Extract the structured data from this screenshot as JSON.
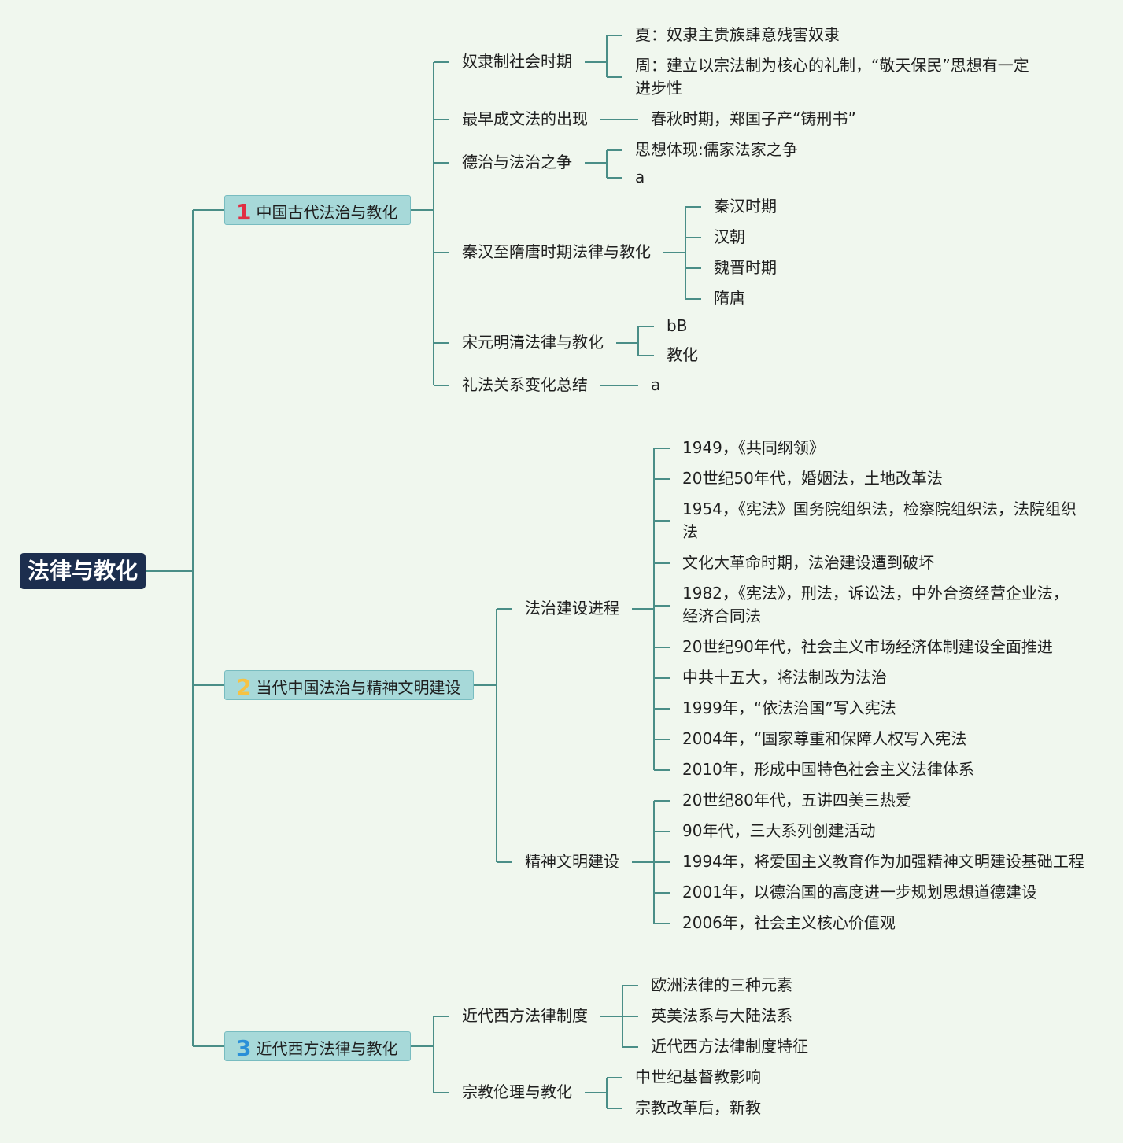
{
  "root": "法律与教化",
  "colors": {
    "background": "#f0f7ee",
    "line": "#4a8e87",
    "root_bg": "#1c2e4e",
    "section_bg": "#a7d9d9",
    "num1": "#e02d42",
    "num2": "#f6c244",
    "num3": "#2a8fd8"
  },
  "sections": [
    {
      "num": "1",
      "title": "中国古代法治与教化",
      "topics": [
        {
          "label": "奴隶制社会时期",
          "items": [
            "夏：奴隶主贵族肆意残害奴隶",
            "周：建立以宗法制为核心的礼制，“敬天保民”思想有一定进步性"
          ]
        },
        {
          "label": "最早成文法的出现",
          "items": [
            "春秋时期，郑国子产“铸刑书”"
          ]
        },
        {
          "label": "德治与法治之争",
          "items": [
            "思想体现:儒家法家之争",
            "a"
          ]
        },
        {
          "label": "秦汉至隋唐时期法律与教化",
          "items": [
            "秦汉时期",
            "汉朝",
            "魏晋时期",
            "隋唐"
          ]
        },
        {
          "label": "宋元明清法律与教化",
          "items": [
            "bB",
            "教化"
          ]
        },
        {
          "label": "礼法关系变化总结",
          "items": [
            "a"
          ]
        }
      ]
    },
    {
      "num": "2",
      "title": "当代中国法治与精神文明建设",
      "topics": [
        {
          "label": "法治建设进程",
          "items": [
            "1949，《共同纲领》",
            "20世纪50年代，婚姻法，土地改革法",
            "1954，《宪法》国务院组织法，检察院组织法，法院组织法",
            "文化大革命时期，法治建设遭到破坏",
            "1982，《宪法》，刑法，诉讼法，中外合资经营企业法，经济合同法",
            "20世纪90年代，社会主义市场经济体制建设全面推进",
            "中共十五大，将法制改为法治",
            "1999年，“依法治国”写入宪法",
            "2004年，“国家尊重和保障人权写入宪法",
            "2010年，形成中国特色社会主义法律体系"
          ]
        },
        {
          "label": "精神文明建设",
          "items": [
            "20世纪80年代，五讲四美三热爱",
            "90年代，三大系列创建活动",
            "1994年，将爱国主义教育作为加强精神文明建设基础工程",
            "2001年，以德治国的高度进一步规划思想道德建设",
            "2006年，社会主义核心价值观"
          ]
        }
      ]
    },
    {
      "num": "3",
      "title": "近代西方法律与教化",
      "topics": [
        {
          "label": "近代西方法律制度",
          "items": [
            "欧洲法律的三种元素",
            "英美法系与大陆法系",
            "近代西方法律制度特征"
          ]
        },
        {
          "label": "宗教伦理与教化",
          "items": [
            "中世纪基督教影响",
            "宗教改革后，新教"
          ]
        }
      ]
    }
  ]
}
